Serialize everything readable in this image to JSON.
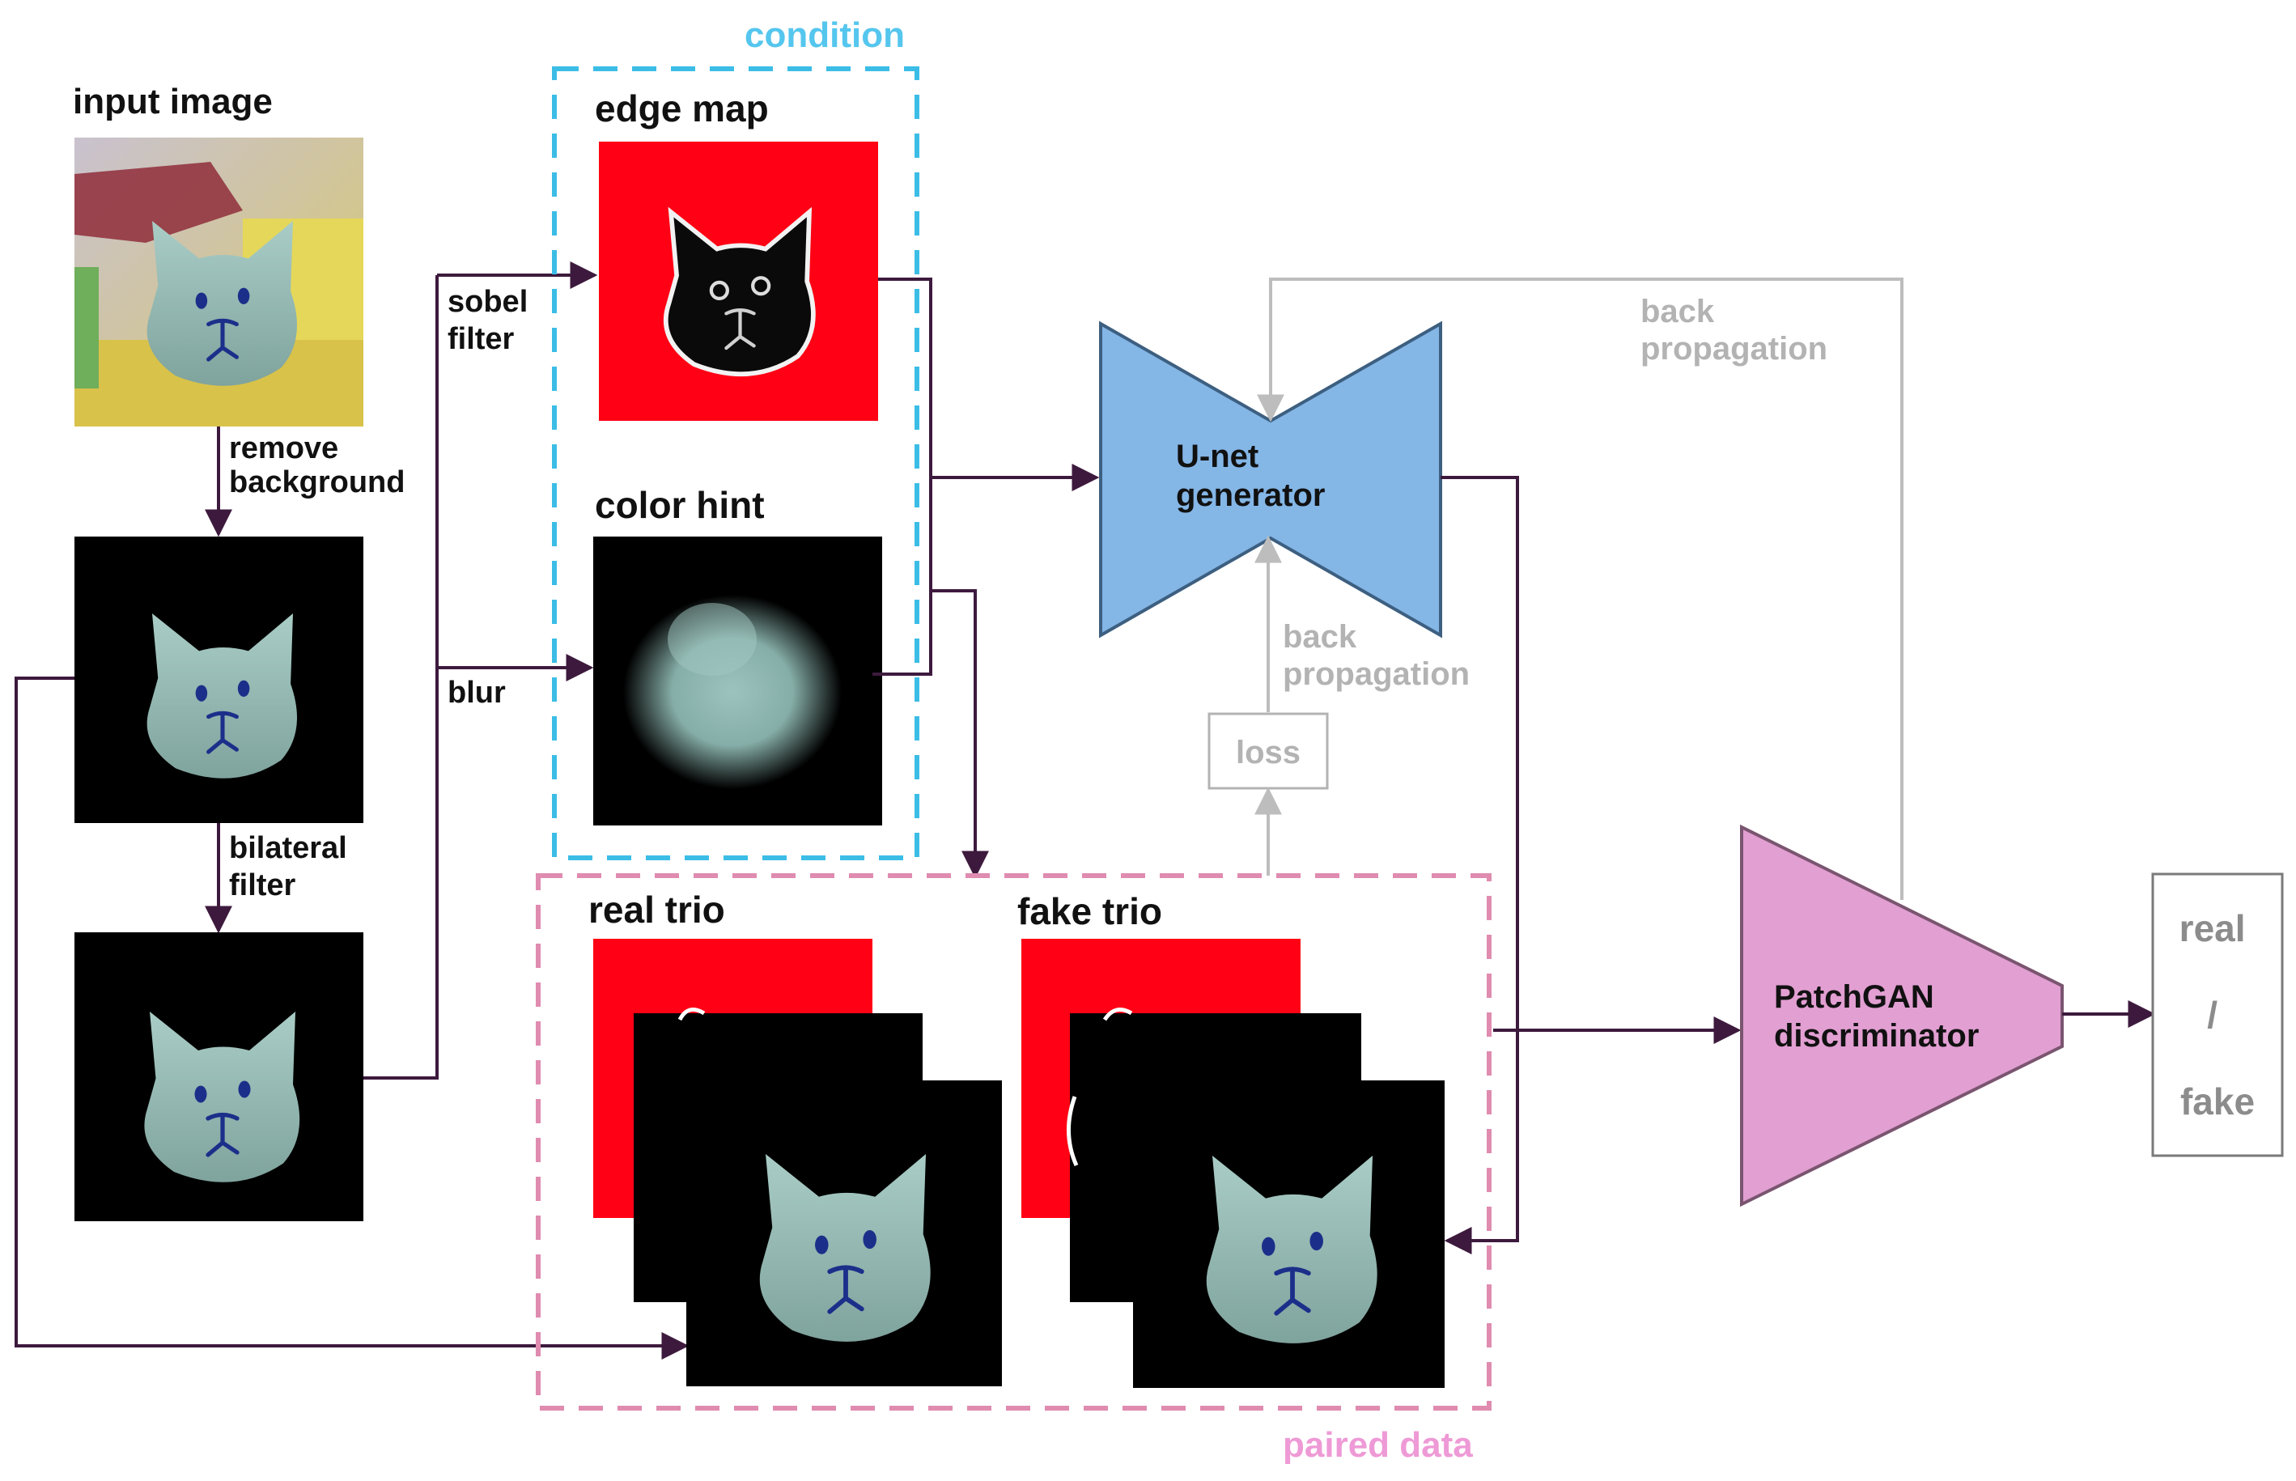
{
  "labels": {
    "input_image": "input image",
    "remove_background": [
      "remove",
      "background"
    ],
    "bilateral_filter": [
      "bilateral",
      "filter"
    ],
    "sobel_filter": [
      "sobel",
      "filter"
    ],
    "blur": "blur",
    "condition": "condition",
    "edge_map": "edge map",
    "color_hint": "color hint",
    "generator": [
      "U-net",
      "generator"
    ],
    "back_propagation_top": [
      "back",
      "propagation"
    ],
    "back_propagation_mid": [
      "back",
      "propagation"
    ],
    "loss": "loss",
    "real_trio": "real trio",
    "fake_trio": "fake trio",
    "paired_data": "paired data",
    "discriminator": [
      "PatchGAN",
      "discriminator"
    ],
    "output": [
      "real",
      "/",
      "fake"
    ]
  },
  "colors": {
    "arrow": "#3d1a3d",
    "feedback": "#bdbdbd",
    "condition_border": "#3bbde6",
    "condition_text": "#55c6ee",
    "paired_border": "#e08bb0",
    "paired_text": "#ee9ad6",
    "generator_fill": "#84b6e6",
    "discriminator_fill": "#e29fd2",
    "edge_red": "#ff0015"
  }
}
